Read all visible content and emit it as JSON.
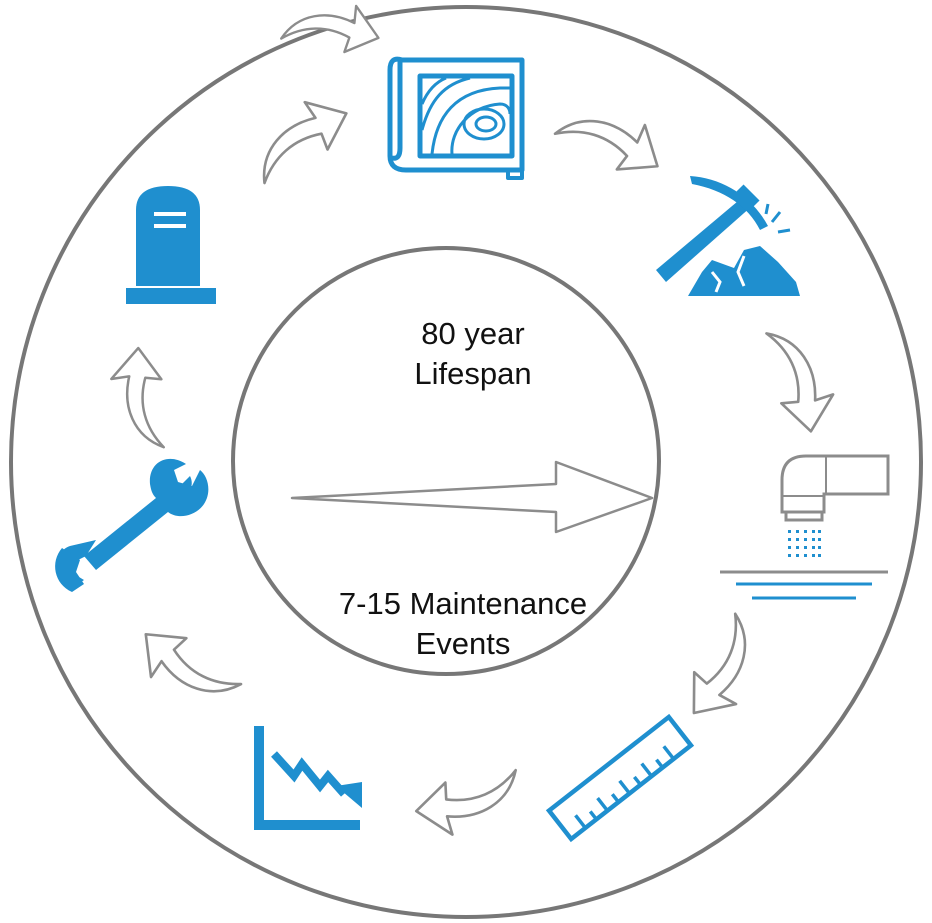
{
  "center": {
    "lifespan_line1": "80 year",
    "lifespan_line2": "Lifespan",
    "events_line1": "7-15 Maintenance",
    "events_line2": "Events"
  },
  "colors": {
    "accent": "#1f8fcf",
    "outline": "#7a7a7a",
    "arrow_outline": "#8c8c8c",
    "text": "#111111"
  },
  "icons": [
    "planning-map-icon",
    "excavation-pickaxe-icon",
    "water-pipe-icon",
    "measurement-ruler-icon",
    "decline-chart-icon",
    "maintenance-wrench-icon",
    "end-of-life-tombstone-icon"
  ]
}
